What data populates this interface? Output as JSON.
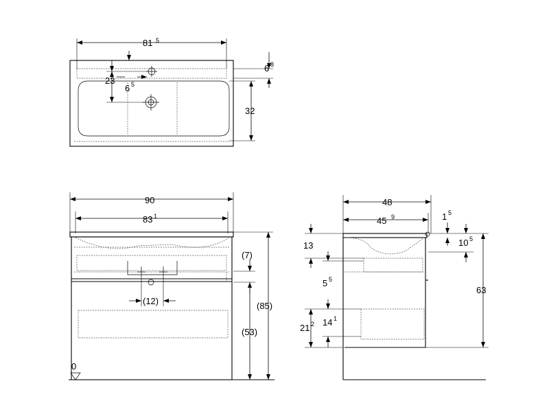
{
  "top_view": {
    "width": {
      "main": "81",
      "sup": "5"
    },
    "rim_depth": {
      "main": "6",
      "sup": "8"
    },
    "tap_offset": {
      "main": "23",
      "sup": ""
    },
    "tap_shift": {
      "main": "6",
      "sup": "5"
    },
    "bowl_depth": {
      "main": "32",
      "sup": ""
    }
  },
  "front_view": {
    "overall_width": {
      "main": "90",
      "sup": ""
    },
    "inner_width": {
      "main": "83",
      "sup": "1"
    },
    "drawer_height": {
      "main": "(7)",
      "sup": ""
    },
    "drain_spacing": {
      "main": "(12)",
      "sup": ""
    },
    "overall_height": {
      "main": "(85)",
      "sup": ""
    },
    "base_height": {
      "main": "(53)",
      "sup": ""
    },
    "floor_level": {
      "main": "0",
      "sup": ""
    }
  },
  "side_view": {
    "depth": {
      "main": "48",
      "sup": ""
    },
    "inner_depth": {
      "main": "45",
      "sup": "9"
    },
    "top_offset": {
      "main": "1",
      "sup": "5"
    },
    "top_thickness": {
      "main": "10",
      "sup": "5"
    },
    "top_drawer_depth": {
      "main": "13",
      "sup": ""
    },
    "gap": {
      "main": "5",
      "sup": "5"
    },
    "height": {
      "main": "63",
      "sup": ""
    },
    "lower_drawer": {
      "main": "21",
      "sup": "2"
    },
    "lower_front": {
      "main": "14",
      "sup": "1"
    }
  }
}
